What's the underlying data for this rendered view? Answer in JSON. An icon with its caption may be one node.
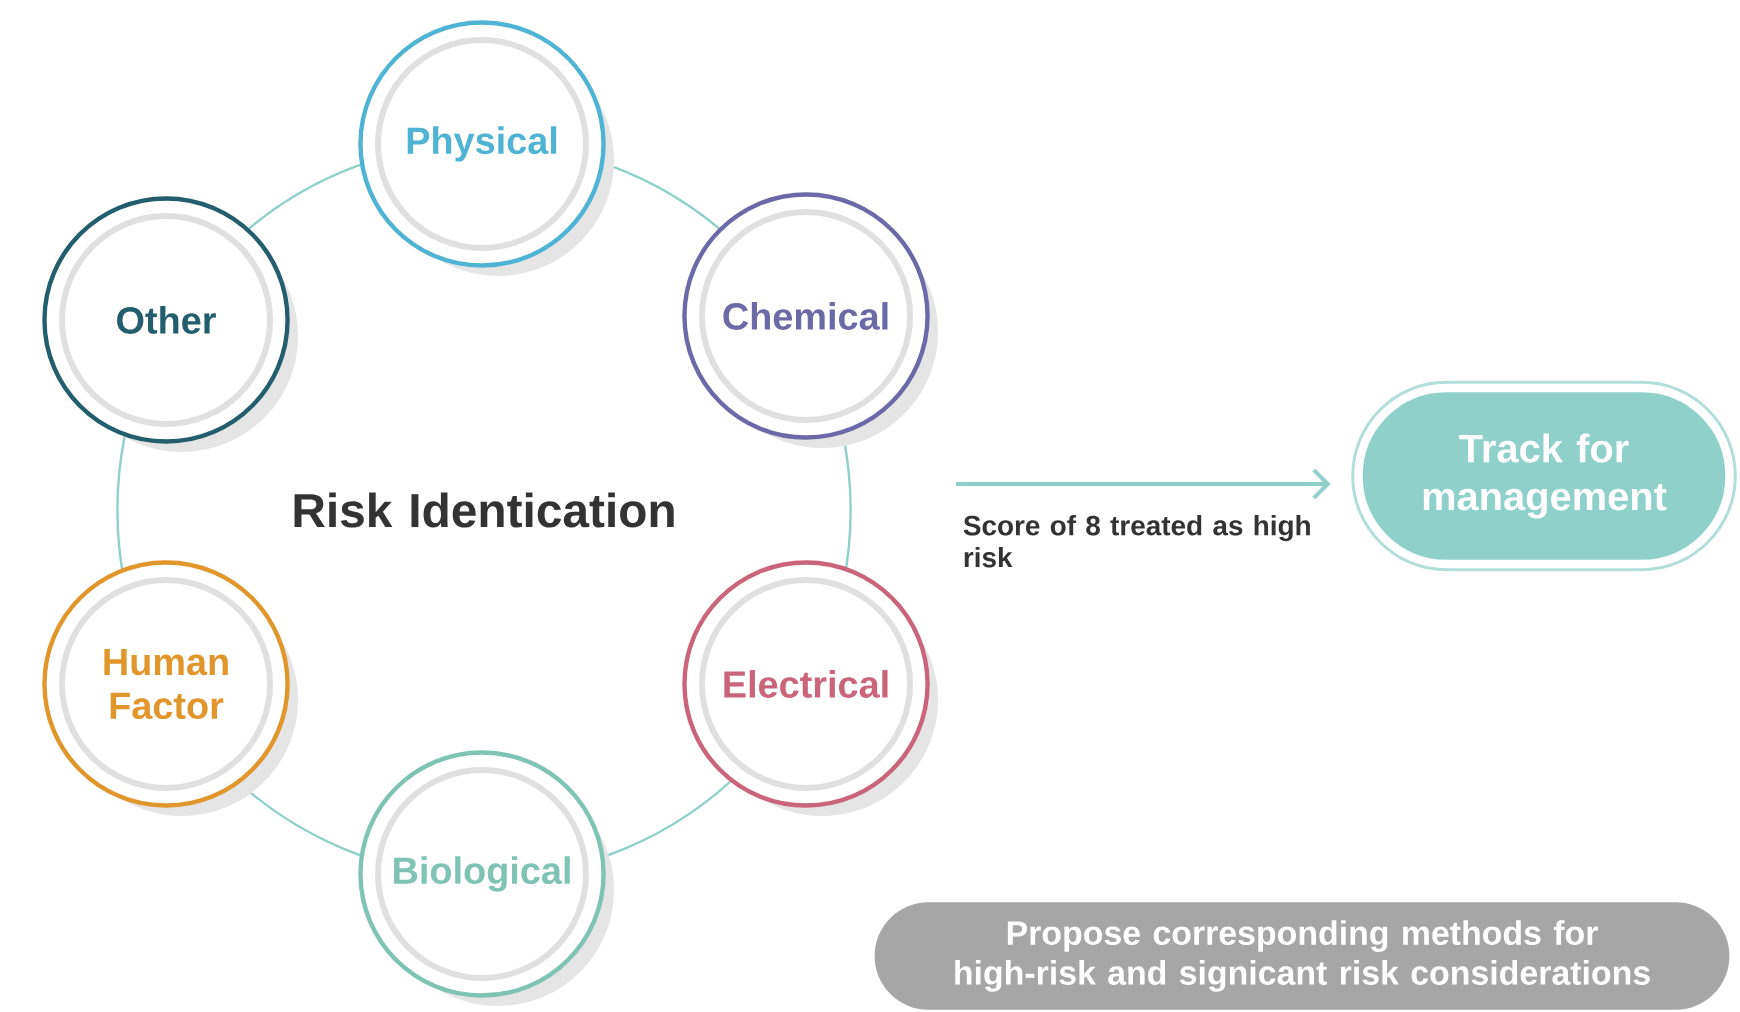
{
  "diagram": {
    "nodes": [
      {
        "text": [
          "Risk Identication"
        ]
      },
      {
        "text": [
          "Physical"
        ]
      },
      {
        "text": [
          "Other"
        ]
      },
      {
        "text": [
          "Chemical"
        ]
      },
      {
        "text": [
          "Human Factor"
        ]
      },
      {
        "text": [
          "Electrical"
        ]
      },
      {
        "text": [
          "Biological"
        ]
      },
      {
        "text": [
          "Track for management"
        ]
      },
      {
        "text": [
          "Propose corresponding methods for high-risk and signicant risk considerations"
        ]
      }
    ],
    "edges": [
      {
        "from": 0,
        "to": 7,
        "arrow": "to",
        "label": "Score of 8 treated as high risk"
      }
    ]
  }
}
